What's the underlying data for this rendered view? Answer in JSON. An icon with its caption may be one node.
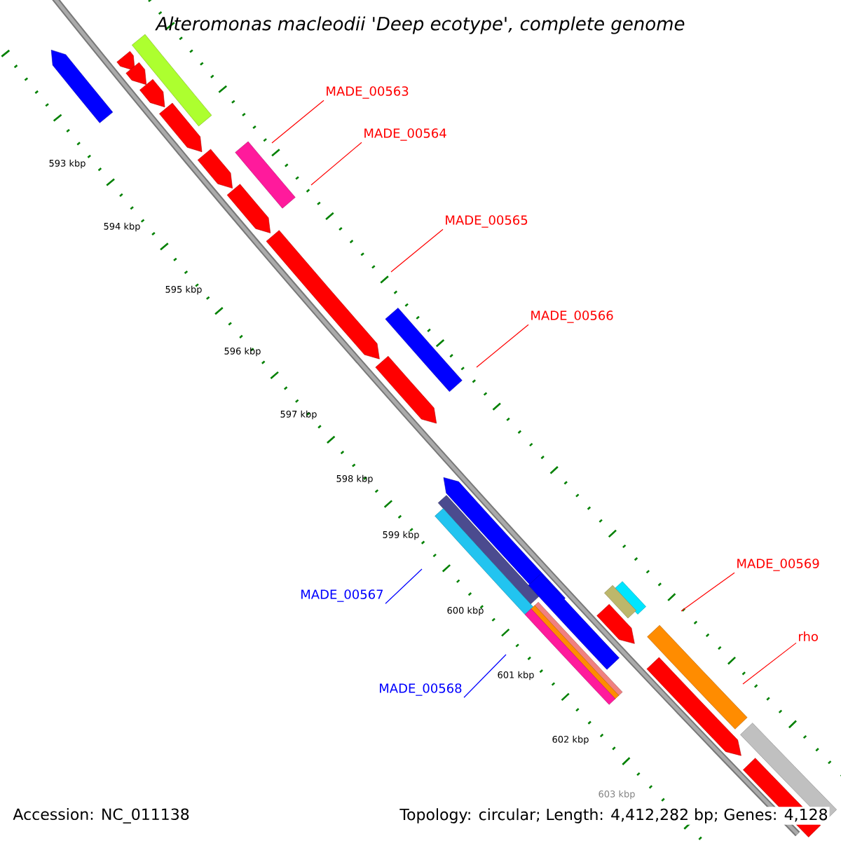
{
  "diagram": {
    "title": "*Alteromonas macleodii* 'Deep ecotype', complete genome",
    "nodes": [
      {
        "text": [
          "MADE_00563"
        ]
      },
      {
        "text": [
          "MADE_00564"
        ]
      },
      {
        "text": [
          "MADE_00565"
        ]
      },
      {
        "text": [
          "MADE_00566"
        ]
      },
      {
        "text": [
          "MADE_00567"
        ]
      },
      {
        "text": [
          "MADE_00568"
        ]
      },
      {
        "text": [
          "MADE_00569"
        ]
      },
      {
        "text": [
          "rho"
        ]
      }
    ],
    "edges": [
      {
        "from": 0,
        "to": null,
        "arrow": "none"
      },
      {
        "from": 1,
        "to": null,
        "arrow": "none"
      },
      {
        "from": 2,
        "to": null,
        "arrow": "none"
      },
      {
        "from": 3,
        "to": null,
        "arrow": "none"
      },
      {
        "from": 4,
        "to": null,
        "arrow": "none",
        "color": "#0000ff"
      },
      {
        "from": 5,
        "to": null,
        "arrow": "none",
        "color": "#0000ff"
      },
      {
        "from": 6,
        "to": null,
        "arrow": "none"
      },
      {
        "from": 7,
        "to": null,
        "arrow": "none"
      }
    ],
    "labels": [
      "593 kbp",
      "594 kbp",
      "595 kbp",
      "596 kbp",
      "597 kbp",
      "598 kbp",
      "599 kbp",
      "600 kbp",
      "601 kbp",
      "602 kbp",
      "603 kbp",
      "Accession: NC_011138",
      "Topology: circular; Length: 4,412,282 bp; Genes: 4,128"
    ]
  }
}
